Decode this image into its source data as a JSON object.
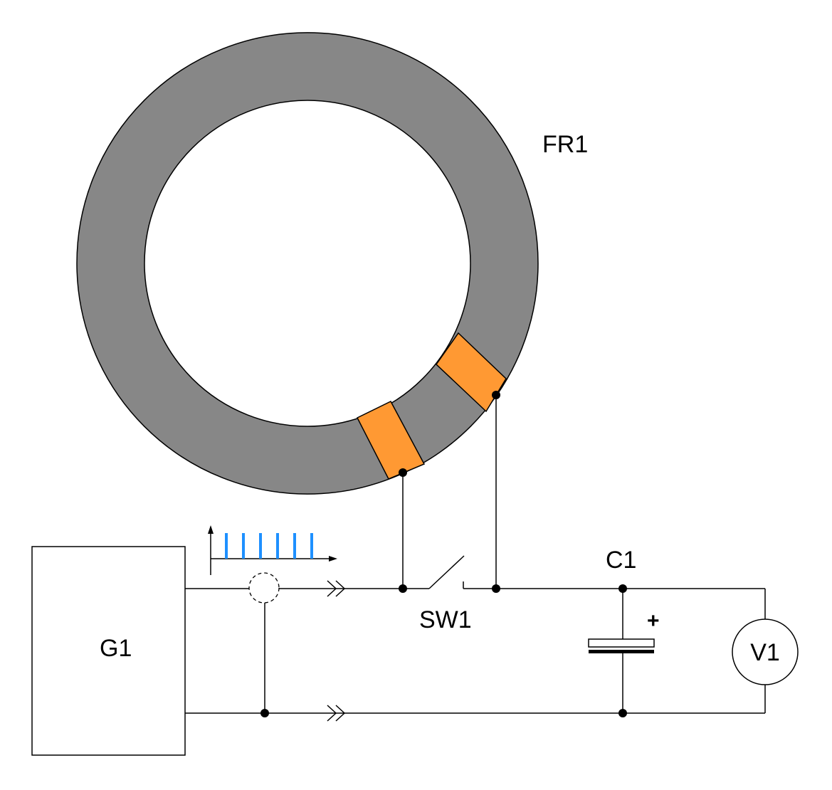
{
  "labels": {
    "ferrite_ring": "FR1",
    "generator": "G1",
    "switch": "SW1",
    "capacitor": "C1",
    "capacitor_polarity": "+",
    "voltmeter": "V1"
  },
  "colors": {
    "ring": "#878787",
    "winding": "#FF9933",
    "pulse": "#1E90FF",
    "wire": "#000000",
    "background": "#FFFFFF"
  },
  "pulse_train": {
    "pulse_count": 6
  }
}
